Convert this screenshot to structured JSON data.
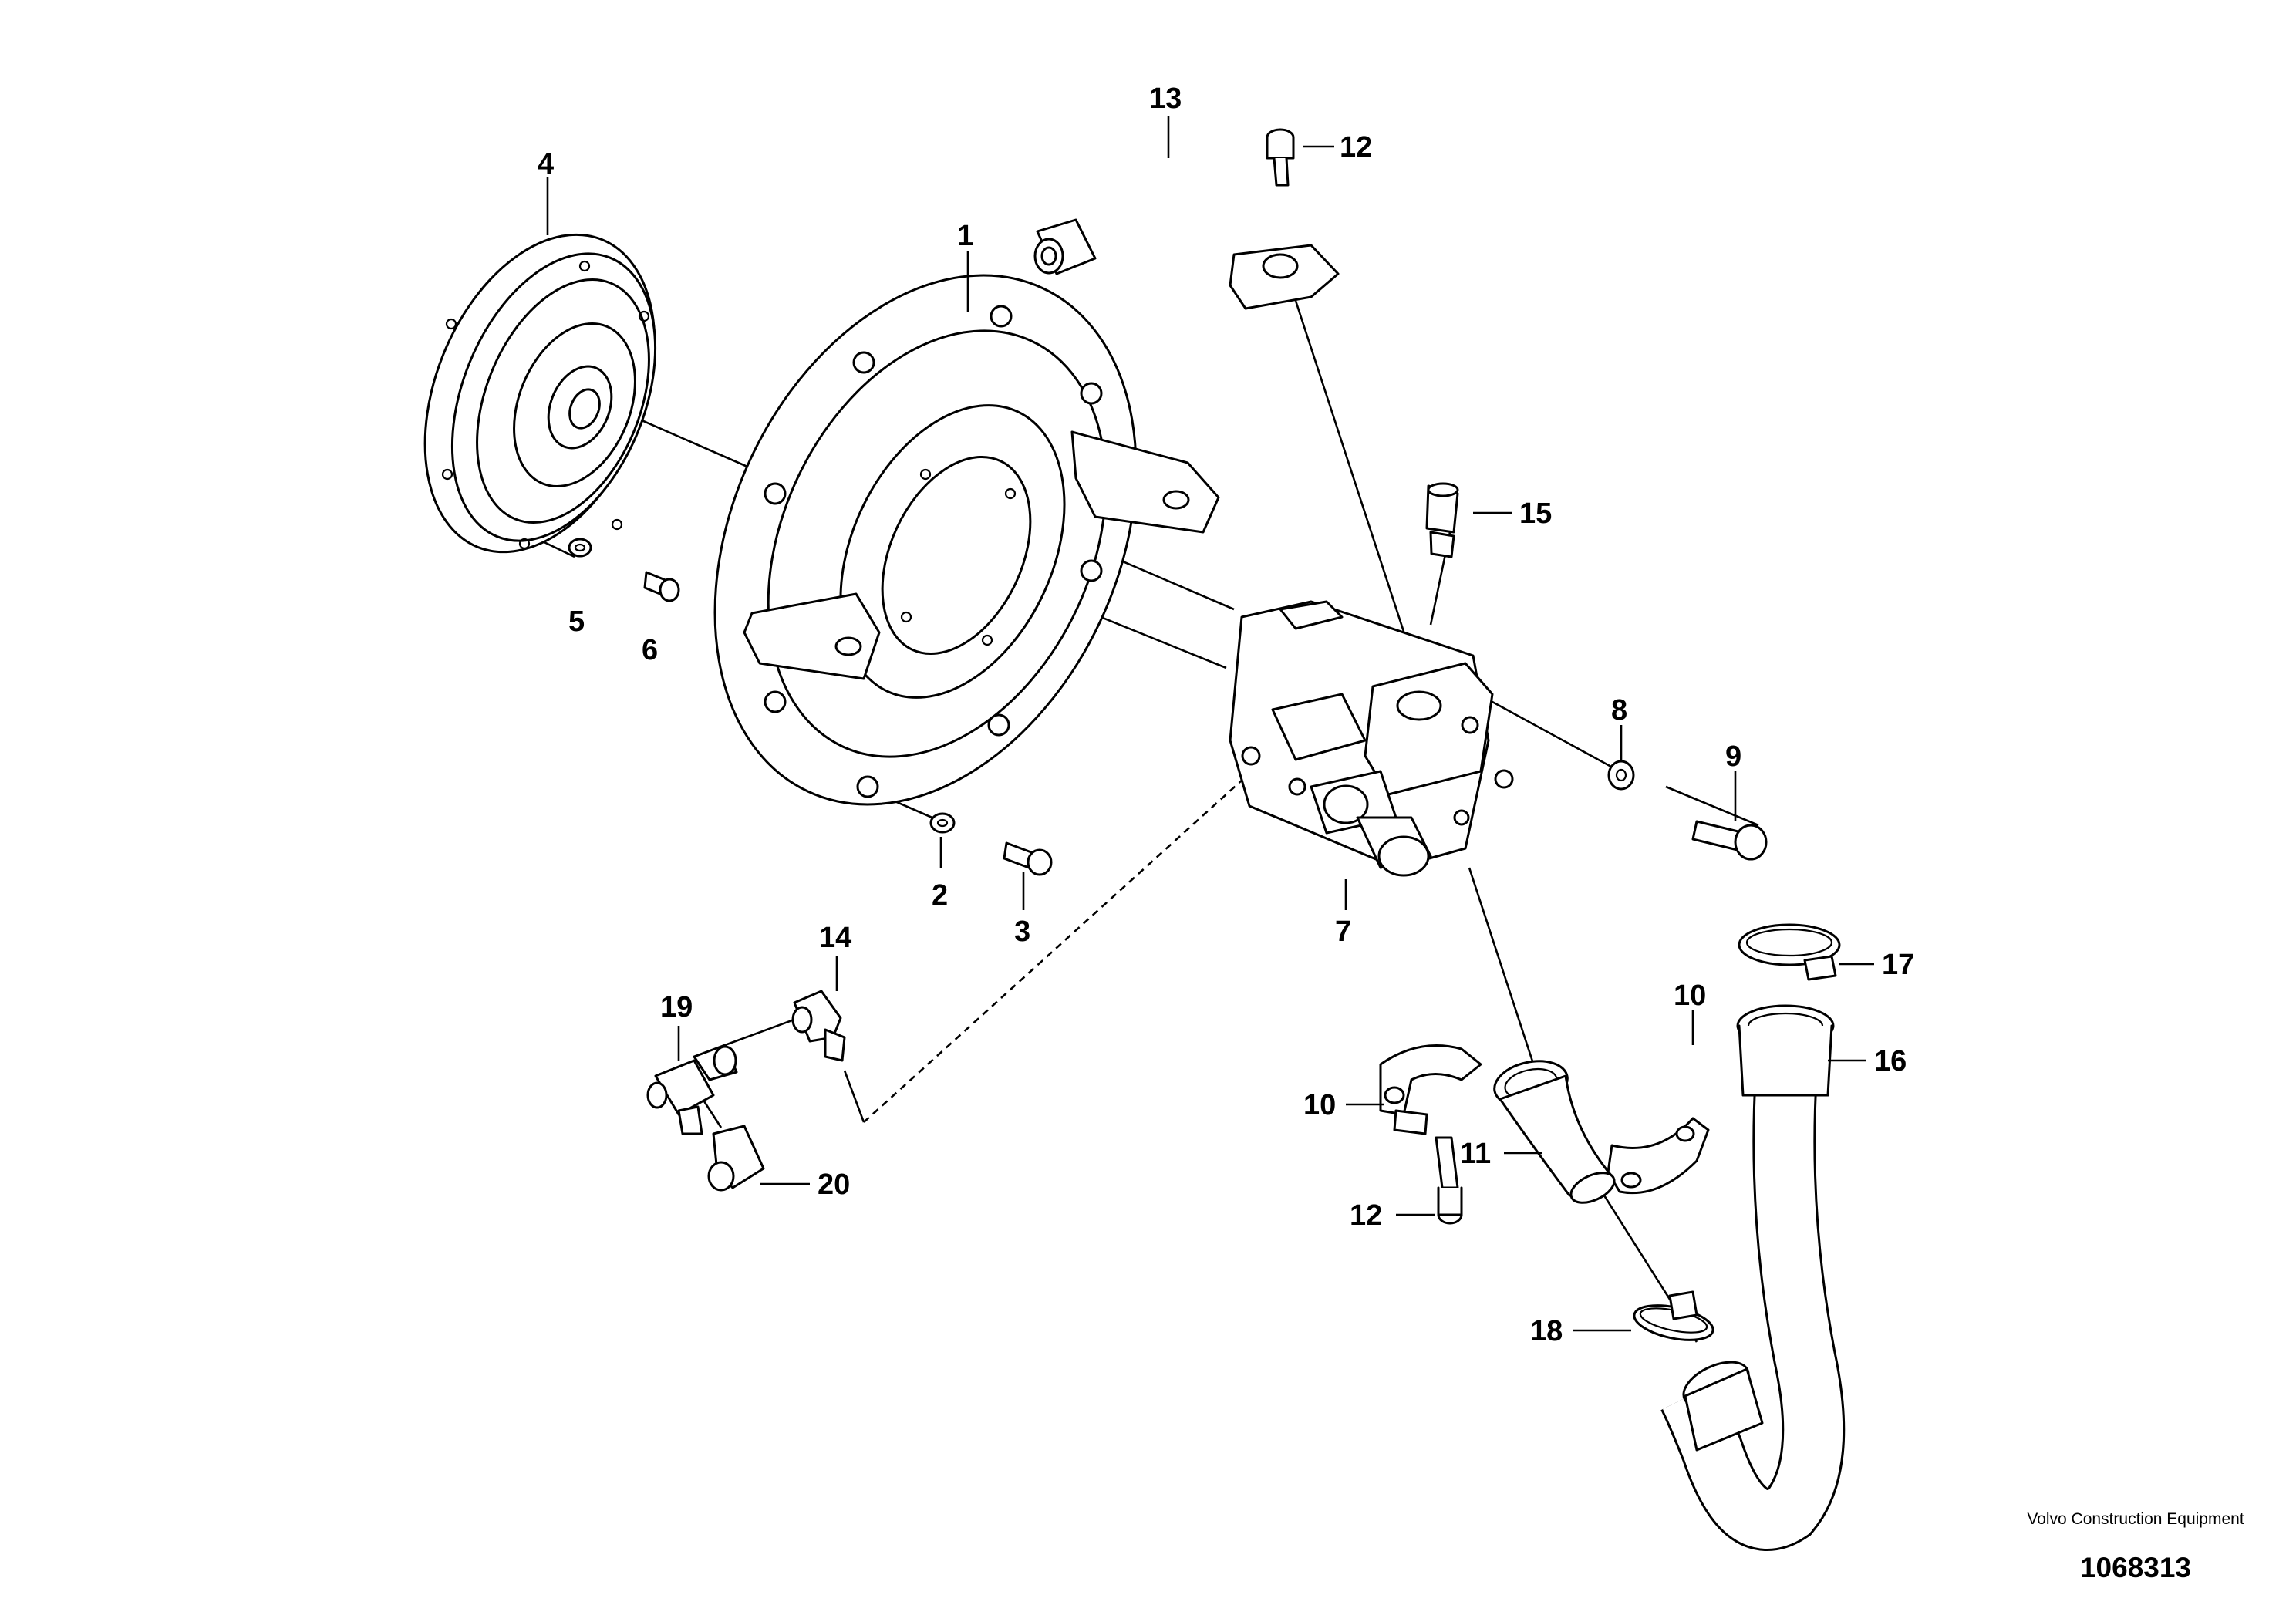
{
  "callouts": {
    "c1": "1",
    "c2": "2",
    "c3": "3",
    "c4": "4",
    "c5": "5",
    "c6": "6",
    "c7": "7",
    "c8": "8",
    "c9": "9",
    "c10a": "10",
    "c10b": "10",
    "c11": "11",
    "c12a": "12",
    "c12b": "12",
    "c13": "13",
    "c14": "14",
    "c15": "15",
    "c16": "16",
    "c17": "17",
    "c18": "18",
    "c19": "19",
    "c20": "20"
  },
  "credit": {
    "publisher": "Volvo Construction Equipment",
    "drawing_number": "1068313"
  }
}
